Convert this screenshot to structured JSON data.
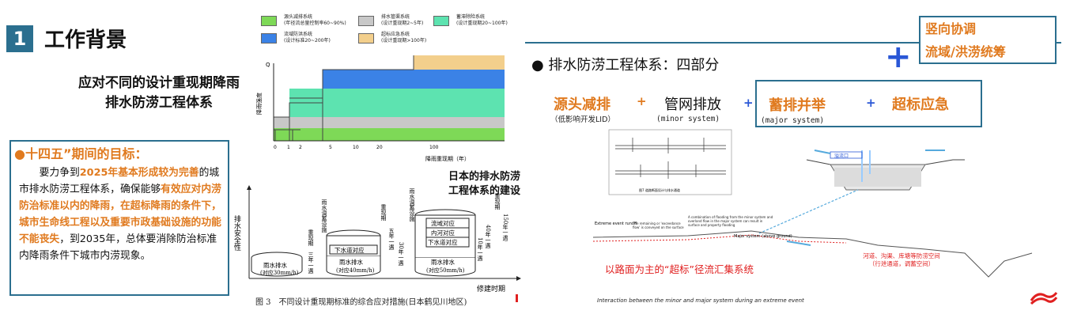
{
  "slide": {
    "number": "1",
    "title": "工作背景",
    "heading_line1": "应对不同的设计重现期降雨",
    "heading_line2": "排水防涝工程体系",
    "goal_title": "●十四五”期间的目标：",
    "goal_body": {
      "p1": "要力争到",
      "h1": "2025年基本形成较为完善",
      "p2": "的城市排水防涝工程体系，确保能够",
      "h2": "有效应对内涝防治标准以内的降雨，在超标降雨的条件下，城市生命线工程以及重要市政基础设施的功能不能丧失",
      "p3": "，到2035年，总体要消除防治标准内降雨条件下城市内涝现象。"
    }
  },
  "legend": [
    {
      "label1": "源头减排系统",
      "label2": "(年径流总量控制率60~90%)",
      "color": "#7ed957"
    },
    {
      "label1": "排水管渠系统",
      "label2": "(设计重现期2~5年)",
      "color": "#c8c8c8"
    },
    {
      "label1": "蓄滞除险系统",
      "label2": "(设计重现期20~100年)",
      "color": "#5de3b0"
    },
    {
      "label1": "流域防洪系统",
      "label2": "(设计标准20~200年)",
      "color": "#3b82e6"
    },
    {
      "label1": "超标应急系统",
      "label2": "(设计重现期>100年)",
      "color": "#f3cf8c"
    }
  ],
  "chart_data": {
    "type": "area",
    "xlabel": "降雨重现期（年）",
    "ylabel": "降雨强度",
    "y_axis_letter": "Q",
    "x_ticks": [
      "0",
      "1",
      "2",
      "5",
      "10",
      "20",
      "100"
    ]
  },
  "japan": {
    "title_line1": "日本的排水防涝",
    "title_line2": "工程体系的建设",
    "y_axis": "排水安全性",
    "x_axis": "修建时期",
    "caption": "图 3　不同设计重现期标准的综合应对措施(日本鹤见川地区)",
    "cyl1_line1": "雨水排水",
    "cyl1_line2": "(对应30mm/h)",
    "cyl2_top": "雨水调蓄设施",
    "cyl2_mid": "下水道对应",
    "cyl2_line1": "雨水排水",
    "cyl2_line2": "(对应40mm/h)",
    "cyl3_top": "雨水调蓄设施",
    "cyl3_a": "流域对应",
    "cyl3_b": "内河对应",
    "cyl3_c": "下水道对应",
    "cyl3_line1": "雨水排水",
    "cyl3_line2": "(对应50mm/h)",
    "rp1": "重现期",
    "rp1_val": "三年一遇",
    "rp2": "重现期",
    "rp2_val": "五年一遇",
    "rp3": "重现期",
    "rp3_a": "10年一遇",
    "rp3_b": "40年一遇",
    "rp3_c": "150年一遇",
    "rp30": "30年一遇"
  },
  "right": {
    "vbox_line1": "竖向协调",
    "vbox_line2": "流域/洪涝统筹",
    "plus_big": "+",
    "title": "● 排水防涝工程体系：四部分",
    "part1": "源头减排",
    "part1_sub": "（低影响开发LID）",
    "part2": "管网排放",
    "part2_sub": "(minor system)",
    "part3": "蓄排并举",
    "part3_sub": "(major system)",
    "part4": "超标应急",
    "plus": "+",
    "red_label": "以路面为主的“超标”径流汇集系统",
    "right_red_line1": "河道、沟渠、库塘等防涝空间",
    "right_red_line2": "（行泄通道，调蓄空间）",
    "caption": "Interaction between the minor and major system during an extreme event",
    "diag_extreme": "Extreme event runoff",
    "diag_major": "Major system (above ground)",
    "diag_combo": "A combination of flooding from the minor system and overland flow in the major system can result in surface and property flooding",
    "diag_remain": "The remaining or 'exceedance flow' is conveyed on the surface",
    "inlet": "溢流口",
    "fig_caption": "图7 道路断面设计与排水通道"
  },
  "colors": {
    "accent": "#2b6f8f",
    "orange": "#e07a1f",
    "blue_plus": "#2a57d6",
    "red": "#e02020"
  }
}
